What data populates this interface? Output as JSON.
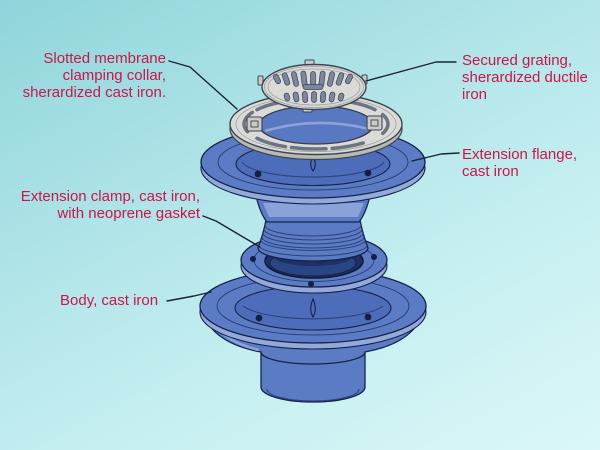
{
  "labels": {
    "collar": {
      "text": "Slotted membrane\nclamping collar,\nsherardized cast iron."
    },
    "grating": {
      "text": "Secured grating,\nsherardized ductile\niron"
    },
    "flange": {
      "text": "Extension flange,\ncast iron"
    },
    "clamp": {
      "text": "Extension clamp, cast iron,\nwith neoprene gasket"
    },
    "body": {
      "text": "Body, cast iron"
    }
  },
  "colors": {
    "label_text": "#c8174a",
    "leader_line": "#1b2138",
    "iron_blue": "#5b7cc5",
    "iron_dome": "#4d6cba",
    "iron_rim": "#93a9da",
    "hole_navy": "#1e3166",
    "ring_line": "#2c4078",
    "outline_navy": "#16234a",
    "metal_gray": "#dadbd7",
    "metal_gray_dark": "#b7bab4",
    "outline_gray": "#3e4450",
    "slot_gray": "#7c86a1",
    "collar_slot": "#6d7380",
    "background_top": "#8fd5db",
    "background_bottom": "#dbf7f8"
  }
}
